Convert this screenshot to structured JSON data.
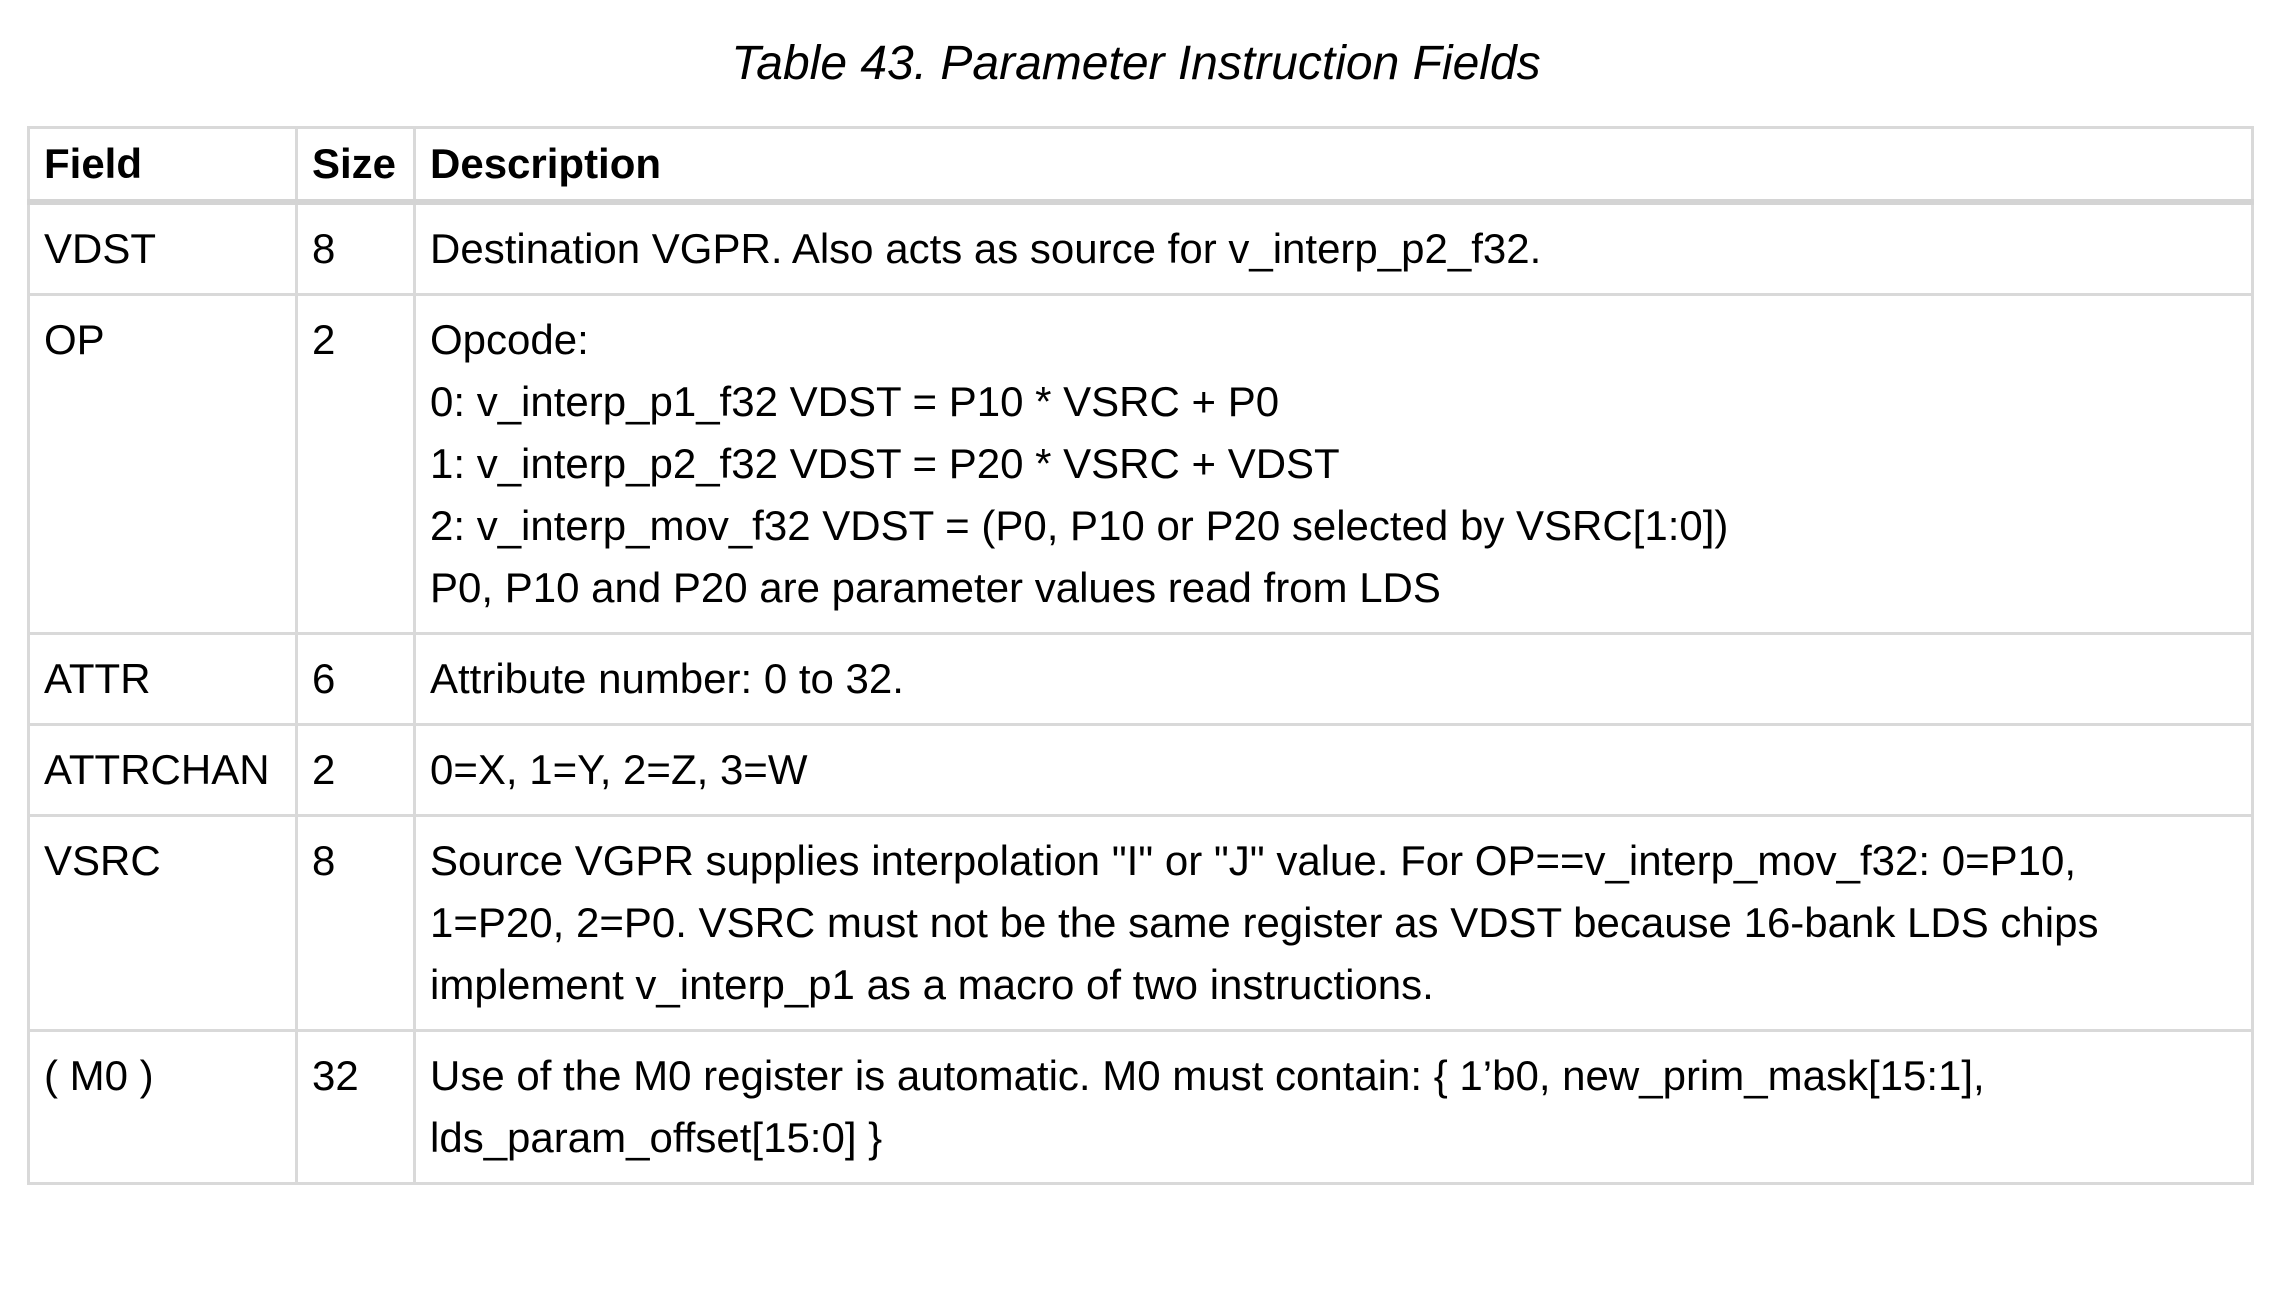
{
  "caption": "Table 43. Parameter Instruction Fields",
  "colors": {
    "background": "#ffffff",
    "text": "#000000",
    "table_border": "#d9d9d9",
    "header_rule": "#d4d4d4"
  },
  "table": {
    "columns": [
      "Field",
      "Size",
      "Description"
    ],
    "rows": [
      {
        "field": "VDST",
        "size": "8",
        "description": "Destination VGPR. Also acts as source for v_interp_p2_f32."
      },
      {
        "field": "OP",
        "size": "2",
        "description": "Opcode:\n0: v_interp_p1_f32 VDST = P10 * VSRC + P0\n1: v_interp_p2_f32 VDST = P20 * VSRC + VDST\n2: v_interp_mov_f32 VDST = (P0, P10 or P20 selected by VSRC[1:0])\nP0, P10 and P20 are parameter values read from LDS"
      },
      {
        "field": "ATTR",
        "size": "6",
        "description": "Attribute number: 0 to 32."
      },
      {
        "field": "ATTRCHAN",
        "size": "2",
        "description": "0=X, 1=Y, 2=Z, 3=W"
      },
      {
        "field": "VSRC",
        "size": "8",
        "description": "Source VGPR supplies interpolation \"I\" or \"J\" value. For OP==v_interp_mov_f32: 0=P10,\n1=P20, 2=P0. VSRC must not be the same register as VDST because 16-bank LDS chips\nimplement v_interp_p1 as a macro of two instructions."
      },
      {
        "field": "( M0 )",
        "size": "32",
        "description": "Use of the M0 register is automatic. M0 must contain: { 1’b0, new_prim_mask[15:1],\nlds_param_offset[15:0] }"
      }
    ]
  }
}
